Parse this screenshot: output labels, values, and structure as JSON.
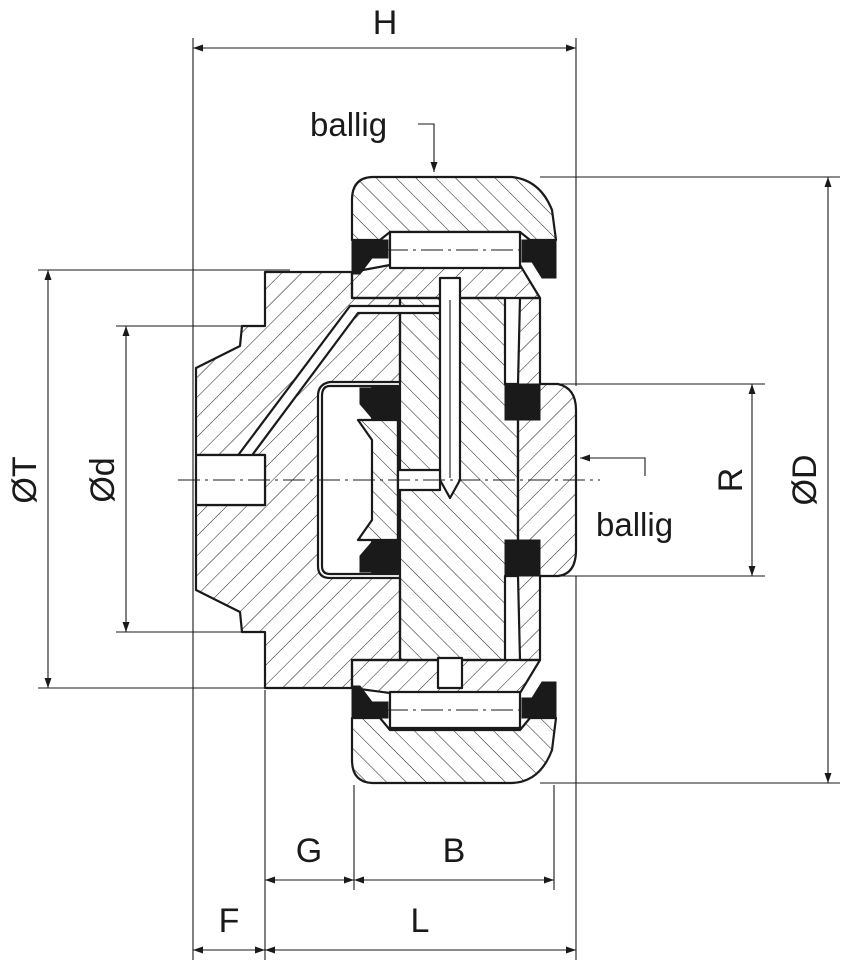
{
  "drawing": {
    "dimension_labels": {
      "H": "H",
      "T": "ØT",
      "d": "Ød",
      "D": "ØD",
      "R": "R",
      "G": "G",
      "B": "B",
      "F": "F",
      "L": "L"
    },
    "annotations": {
      "crowned_outer": "ballig",
      "crowned_side": "ballig"
    }
  }
}
